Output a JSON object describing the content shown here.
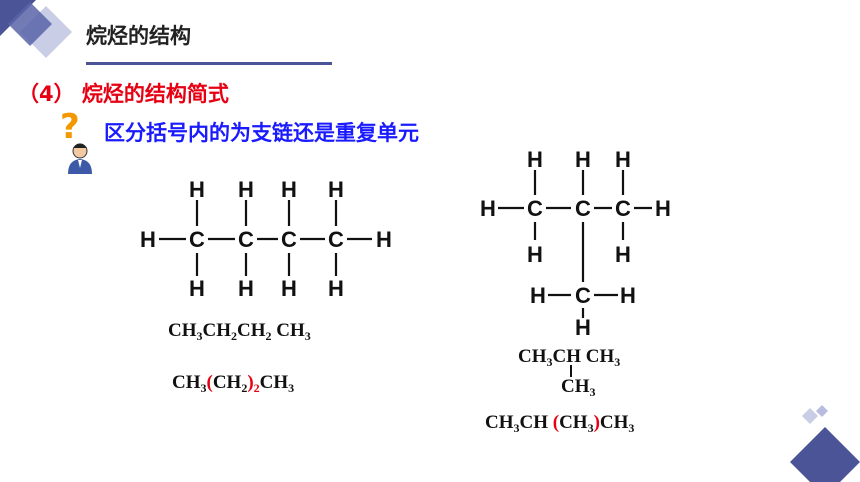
{
  "slide": {
    "title": "烷烃的结构",
    "section_heading": "（4） 烷烃的结构简式",
    "question": "区分括号内的为支链还是重复单元"
  },
  "molecule_left": {
    "top_h": [
      "H",
      "H",
      "H",
      "H"
    ],
    "carbons": [
      "C",
      "C",
      "C",
      "C"
    ],
    "bottom_h": [
      "H",
      "H",
      "H",
      "H"
    ],
    "end_h": [
      "H",
      "H"
    ]
  },
  "molecule_right": {
    "top_h": [
      "H",
      "H",
      "H"
    ],
    "carbons": [
      "C",
      "C",
      "C"
    ],
    "end_h": [
      "H",
      "H"
    ],
    "bottom_h": [
      "H",
      "H"
    ],
    "branch_c": "C",
    "branch_h": [
      "H",
      "H",
      "H"
    ]
  },
  "formulas": {
    "left_1": [
      "CH",
      "3",
      "CH",
      "2",
      "CH",
      "2",
      " CH",
      "3"
    ],
    "left_2": [
      "CH",
      "3",
      "(",
      "CH",
      "2",
      ")",
      "2",
      "CH",
      "3"
    ],
    "right_1": [
      "CH",
      "3",
      "CH CH",
      "3"
    ],
    "right_1_branch": [
      "CH",
      "3"
    ],
    "right_2": [
      "CH",
      "3",
      "CH ",
      "(",
      "CH",
      "3",
      ")",
      "CH",
      "3"
    ]
  },
  "colors": {
    "accent": "#4a5496",
    "heading_red": "#e60012",
    "question_blue": "#1a1aff",
    "deco_light": "#c9cde6"
  }
}
